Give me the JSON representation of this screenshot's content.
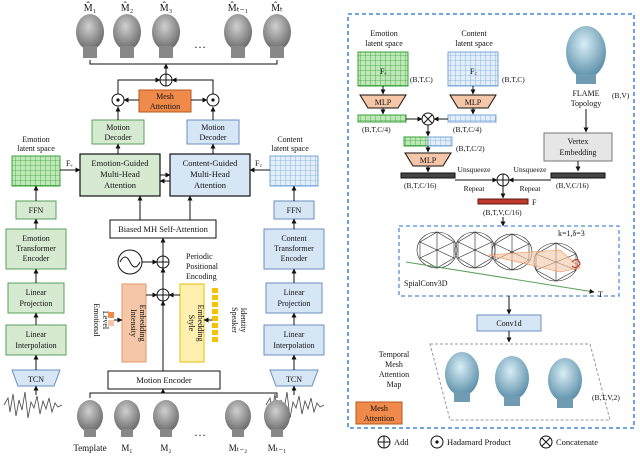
{
  "left": {
    "top_labels": [
      "M̂₁",
      "M̂₂",
      "M̂₃",
      "…",
      "M̂ₜ₋₁",
      "M̂ₜ"
    ],
    "bottom_labels": [
      "Template",
      "M₁",
      "M₂",
      "…",
      "Mₜ₋₂",
      "Mₜ₋₁"
    ],
    "mesh_attention": [
      "Mesh",
      "Attention"
    ],
    "motion_decoder_left": [
      "Motion",
      "Decoder"
    ],
    "motion_decoder_right": [
      "Motion",
      "Decoder"
    ],
    "emotion_guided": [
      "Emotion-Guided",
      "Multi-Head",
      "Attention"
    ],
    "content_guided": [
      "Content-Guided",
      "Multi-Head",
      "Attention"
    ],
    "emotion_latent_space": [
      "Emotion",
      "latent space"
    ],
    "content_latent_space": [
      "Content",
      "latent space"
    ],
    "fe": "Fₑ",
    "fc": "F꜀",
    "ffn_left": "FFN",
    "ffn_right": "FFN",
    "emotion_transformer": [
      "Emotion",
      "Transformer",
      "Encoder"
    ],
    "content_transformer": [
      "Content",
      "Transformer",
      "Encoder"
    ],
    "linear_projection_left": [
      "Linear",
      "Projection"
    ],
    "linear_projection_right": [
      "Linear",
      "Projection"
    ],
    "linear_interp_left": [
      "Linear",
      "Interpolation"
    ],
    "linear_interp_right": [
      "Linear",
      "Interpolation"
    ],
    "tcn_left": "TCN",
    "tcn_right": "TCN",
    "biased_mh": "Biased MH Self-Attention",
    "periodic": [
      "Periodic",
      "Positional",
      "Encoding"
    ],
    "intensity_embedding": [
      "Intensity",
      "Embedding"
    ],
    "style_embedding": [
      "Style",
      "Embedding"
    ],
    "emotional_level": [
      "Emotional",
      "Level"
    ],
    "speaker_identity": [
      "Speaker",
      "Identity"
    ],
    "motion_encoder": "Motion Encoder"
  },
  "right": {
    "emotion_latent_space": [
      "Emotion",
      "latent space"
    ],
    "content_latent_space": [
      "Content",
      "latent space"
    ],
    "fe": "Fₑ",
    "fc": "F꜀",
    "btc": "(B,T,C)",
    "btc4": "(B,T,C/4)",
    "btc2": "(B,T,C/2)",
    "btc16": "(B,T,C/16)",
    "mlp": "MLP",
    "flame": [
      "FLAME",
      "Topology"
    ],
    "bv": "(B,V)",
    "vertex_embedding": [
      "Vertex",
      "Embedding"
    ],
    "bvc16": "(B,V,C/16)",
    "unsqueeze_left": [
      "Unsqueeze",
      "Repeat"
    ],
    "unsqueeze_right": [
      "Unsqueeze",
      "Repeat"
    ],
    "f": "F",
    "btvc16": "(B,T,V,C/16)",
    "k_label": "k=1,δ=3",
    "spiral": "SpialConv3D",
    "t_axis": "T",
    "conv1d": "Conv1d",
    "temporal": [
      "Temporal",
      "Mesh",
      "Attention",
      "Map"
    ],
    "btv2": "(B,T,V,2)",
    "mesh_attention": [
      "Mesh",
      "Attention"
    ]
  },
  "legend": {
    "add": "Add",
    "hadamard": "Hadamard Product",
    "concat": "Concatenate"
  },
  "colors": {
    "green": "#d5ead0",
    "green_border": "#5aa05a",
    "grid_green": "#3aa13a",
    "blue": "#d6e6f5",
    "blue_border": "#6a8fc0",
    "grid_blue": "#7aa7d8",
    "orange": "#f5c7a8",
    "orange_strong": "#f08a4b",
    "yellow": "#fff0b0",
    "yellow_strong": "#f5c400",
    "dashed": "#1e6fd0"
  }
}
